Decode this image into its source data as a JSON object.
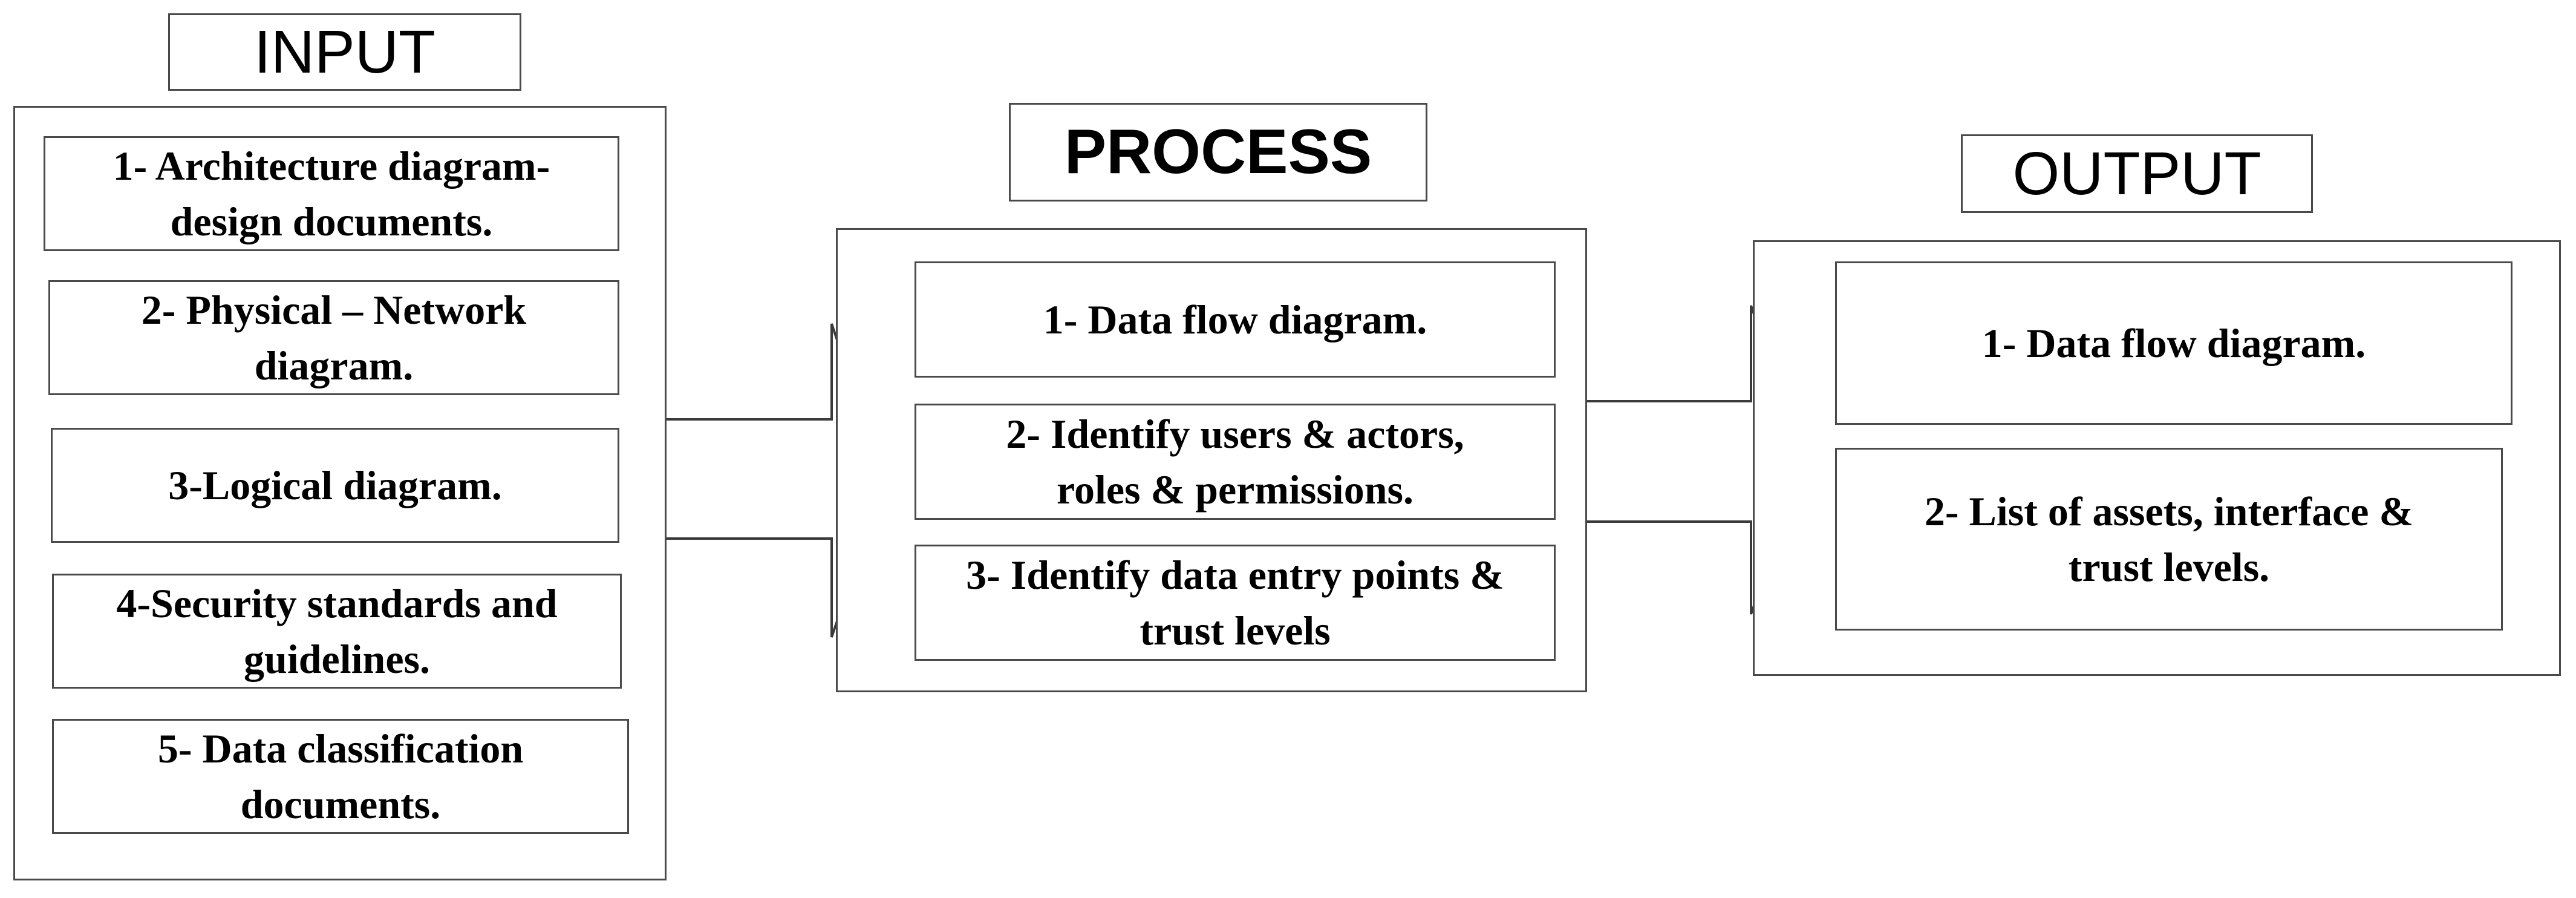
{
  "input": {
    "title": "INPUT",
    "items": [
      "1- Architecture diagram-\ndesign documents.",
      "2- Physical – Network\ndiagram.",
      "3-Logical diagram.",
      "4-Security standards and\nguidelines.",
      "5- Data classification\ndocuments."
    ]
  },
  "process": {
    "title": "PROCESS",
    "items": [
      "1- Data flow diagram.",
      "2- Identify users & actors,\nroles & permissions.",
      "3- Identify data entry points &\ntrust levels"
    ]
  },
  "output": {
    "title": "OUTPUT",
    "items": [
      "1- Data flow diagram.",
      "2- List of assets, interface &\ntrust levels."
    ]
  }
}
